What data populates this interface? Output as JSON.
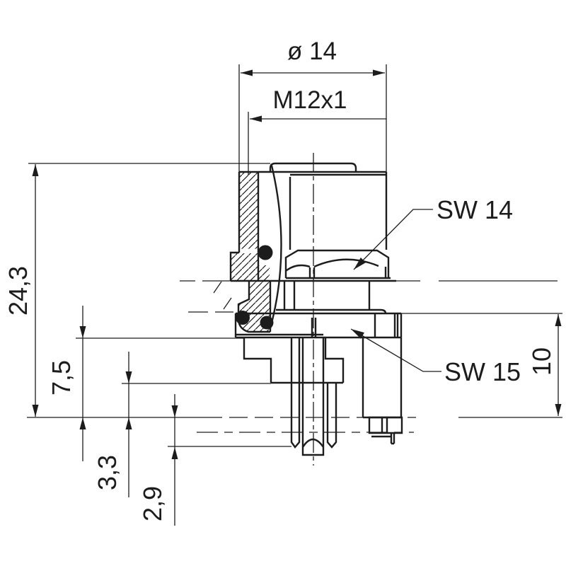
{
  "meta": {
    "drawing_type": "connector cross-section",
    "background_color": "#ffffff",
    "line_color": "#1c1c1c"
  },
  "labels": {
    "diameter": "ø 14",
    "thread": "M12x1",
    "wrench_top": "SW 14",
    "wrench_bottom": "SW 15",
    "total_height": "24,3",
    "rear_height": "7,5",
    "panel_depth": "10",
    "board_gap": "3,3",
    "pin_protrusion": "2,9"
  }
}
